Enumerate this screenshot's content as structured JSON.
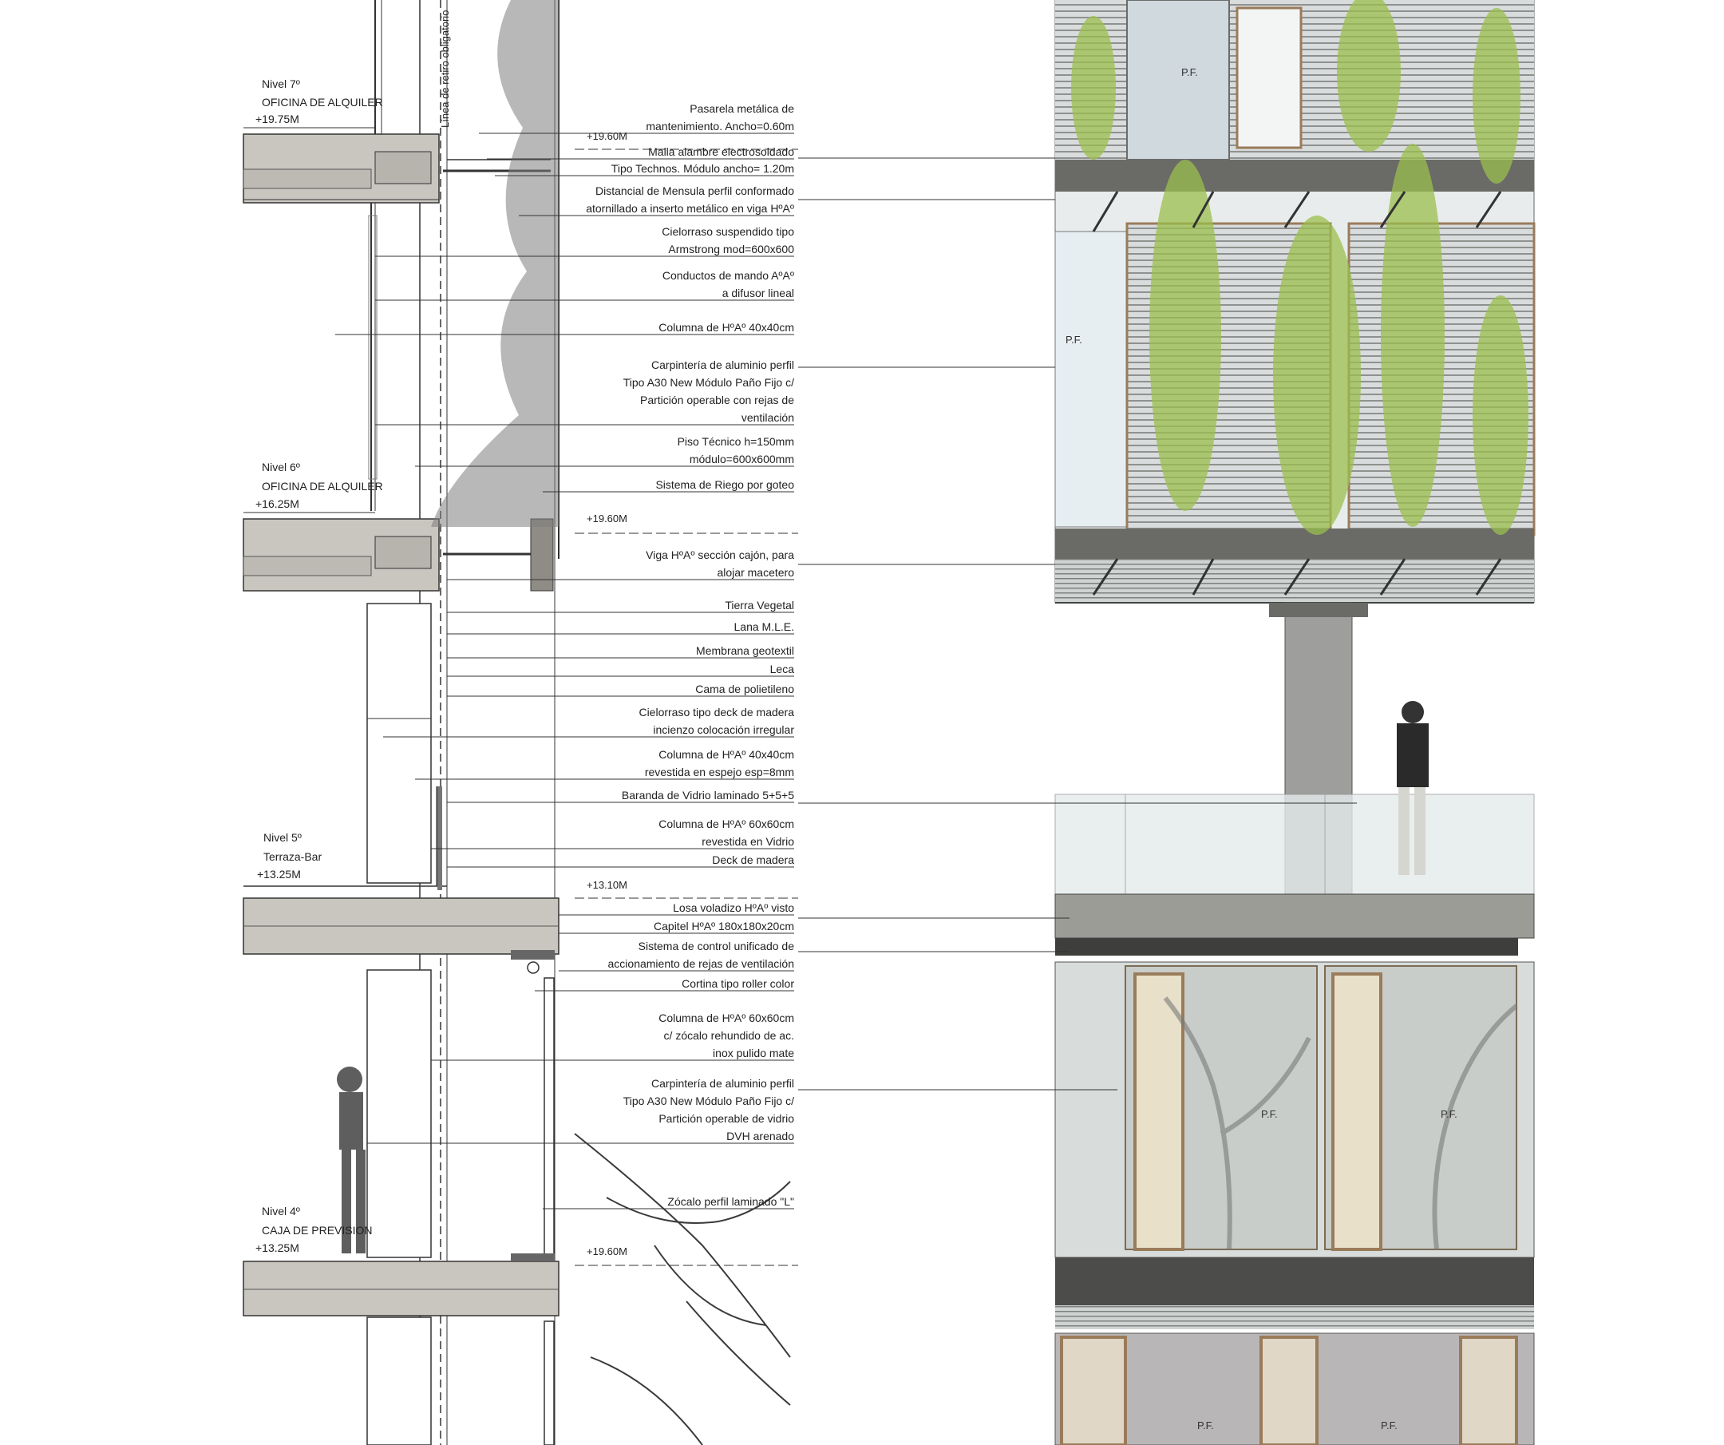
{
  "vertical_label": "Línea de retiro obligatorio",
  "levels": [
    {
      "name": "Nivel 7º",
      "use": "OFICINA DE ALQUILER",
      "elev": "+19.75M"
    },
    {
      "name": "Nivel 6º",
      "use": "OFICINA DE ALQUILER",
      "elev": "+16.25M"
    },
    {
      "name": "Nivel 5º",
      "use": "Terraza-Bar",
      "elev": "+13.25M"
    },
    {
      "name": "Nivel 4º",
      "use": "CAJA DE PREVISION",
      "elev": "+13.25M"
    }
  ],
  "elevation_marks": [
    "+19.60M",
    "+19.60M",
    "+13.10M",
    "+19.60M"
  ],
  "annotations": [
    [
      "Pasarela metálica de",
      "mantenimiento. Ancho=0.60m"
    ],
    [
      "Malla alambre  electrosoldado"
    ],
    [
      "Tipo Technos. Módulo ancho= 1.20m"
    ],
    [
      "Distancial de Mensula perfil conformado",
      "atornillado  a inserto metálico en viga HºAº"
    ],
    [
      "Cielorraso suspendido tipo",
      "Armstrong mod=600x600"
    ],
    [
      "Conductos de mando AºAº",
      "a difusor lineal"
    ],
    [
      "Columna de HºAº 40x40cm"
    ],
    [
      "Carpintería de aluminio perfil",
      "Tipo A30 New Módulo Paño Fijo c/",
      "Partición operable con rejas de",
      "ventilación"
    ],
    [
      "Piso Técnico h=150mm",
      "módulo=600x600mm"
    ],
    [
      "Sistema de Riego por goteo"
    ],
    [
      "Viga HºAº sección cajón, para",
      "alojar macetero"
    ],
    [
      "Tierra Vegetal"
    ],
    [
      "Lana M.L.E."
    ],
    [
      "Membrana geotextil"
    ],
    [
      "Leca"
    ],
    [
      "Cama de polietileno"
    ],
    [
      "Cielorraso  tipo deck de madera",
      "incienzo colocación irregular"
    ],
    [
      "Columna de HºAº 40x40cm",
      "revestida en espejo esp=8mm"
    ],
    [
      "Baranda de Vidrio laminado 5+5+5"
    ],
    [
      "Columna de HºAº 60x60cm",
      "revestida en Vidrio"
    ],
    [
      "Deck de madera"
    ],
    [
      "Losa voladizo HºAº visto"
    ],
    [
      "Capitel HºAº 180x180x20cm"
    ],
    [
      "Sistema de control unificado de",
      "accionamiento de rejas de ventilación"
    ],
    [
      "Cortina tipo roller color"
    ],
    [
      "Columna de HºAº 60x60cm",
      "c/ zócalo rehundido de ac.",
      "inox pulido mate"
    ],
    [
      "Carpintería de aluminio perfil",
      "Tipo A30 New Módulo Paño Fijo c/",
      "Partición operable de vidrio",
      "DVH arenado"
    ],
    [
      "Zócalo perfil laminado \"L\""
    ]
  ],
  "pf_labels": [
    "P.F.",
    "P.F.",
    "P.F.",
    "P.F.",
    "P.F.",
    "P.F."
  ],
  "colors": {
    "slab": "#c9c6c0",
    "line": "#333333",
    "foliage": "#9bbf4e",
    "frame": "#5a5a58",
    "glass": "#dfe6ea"
  }
}
